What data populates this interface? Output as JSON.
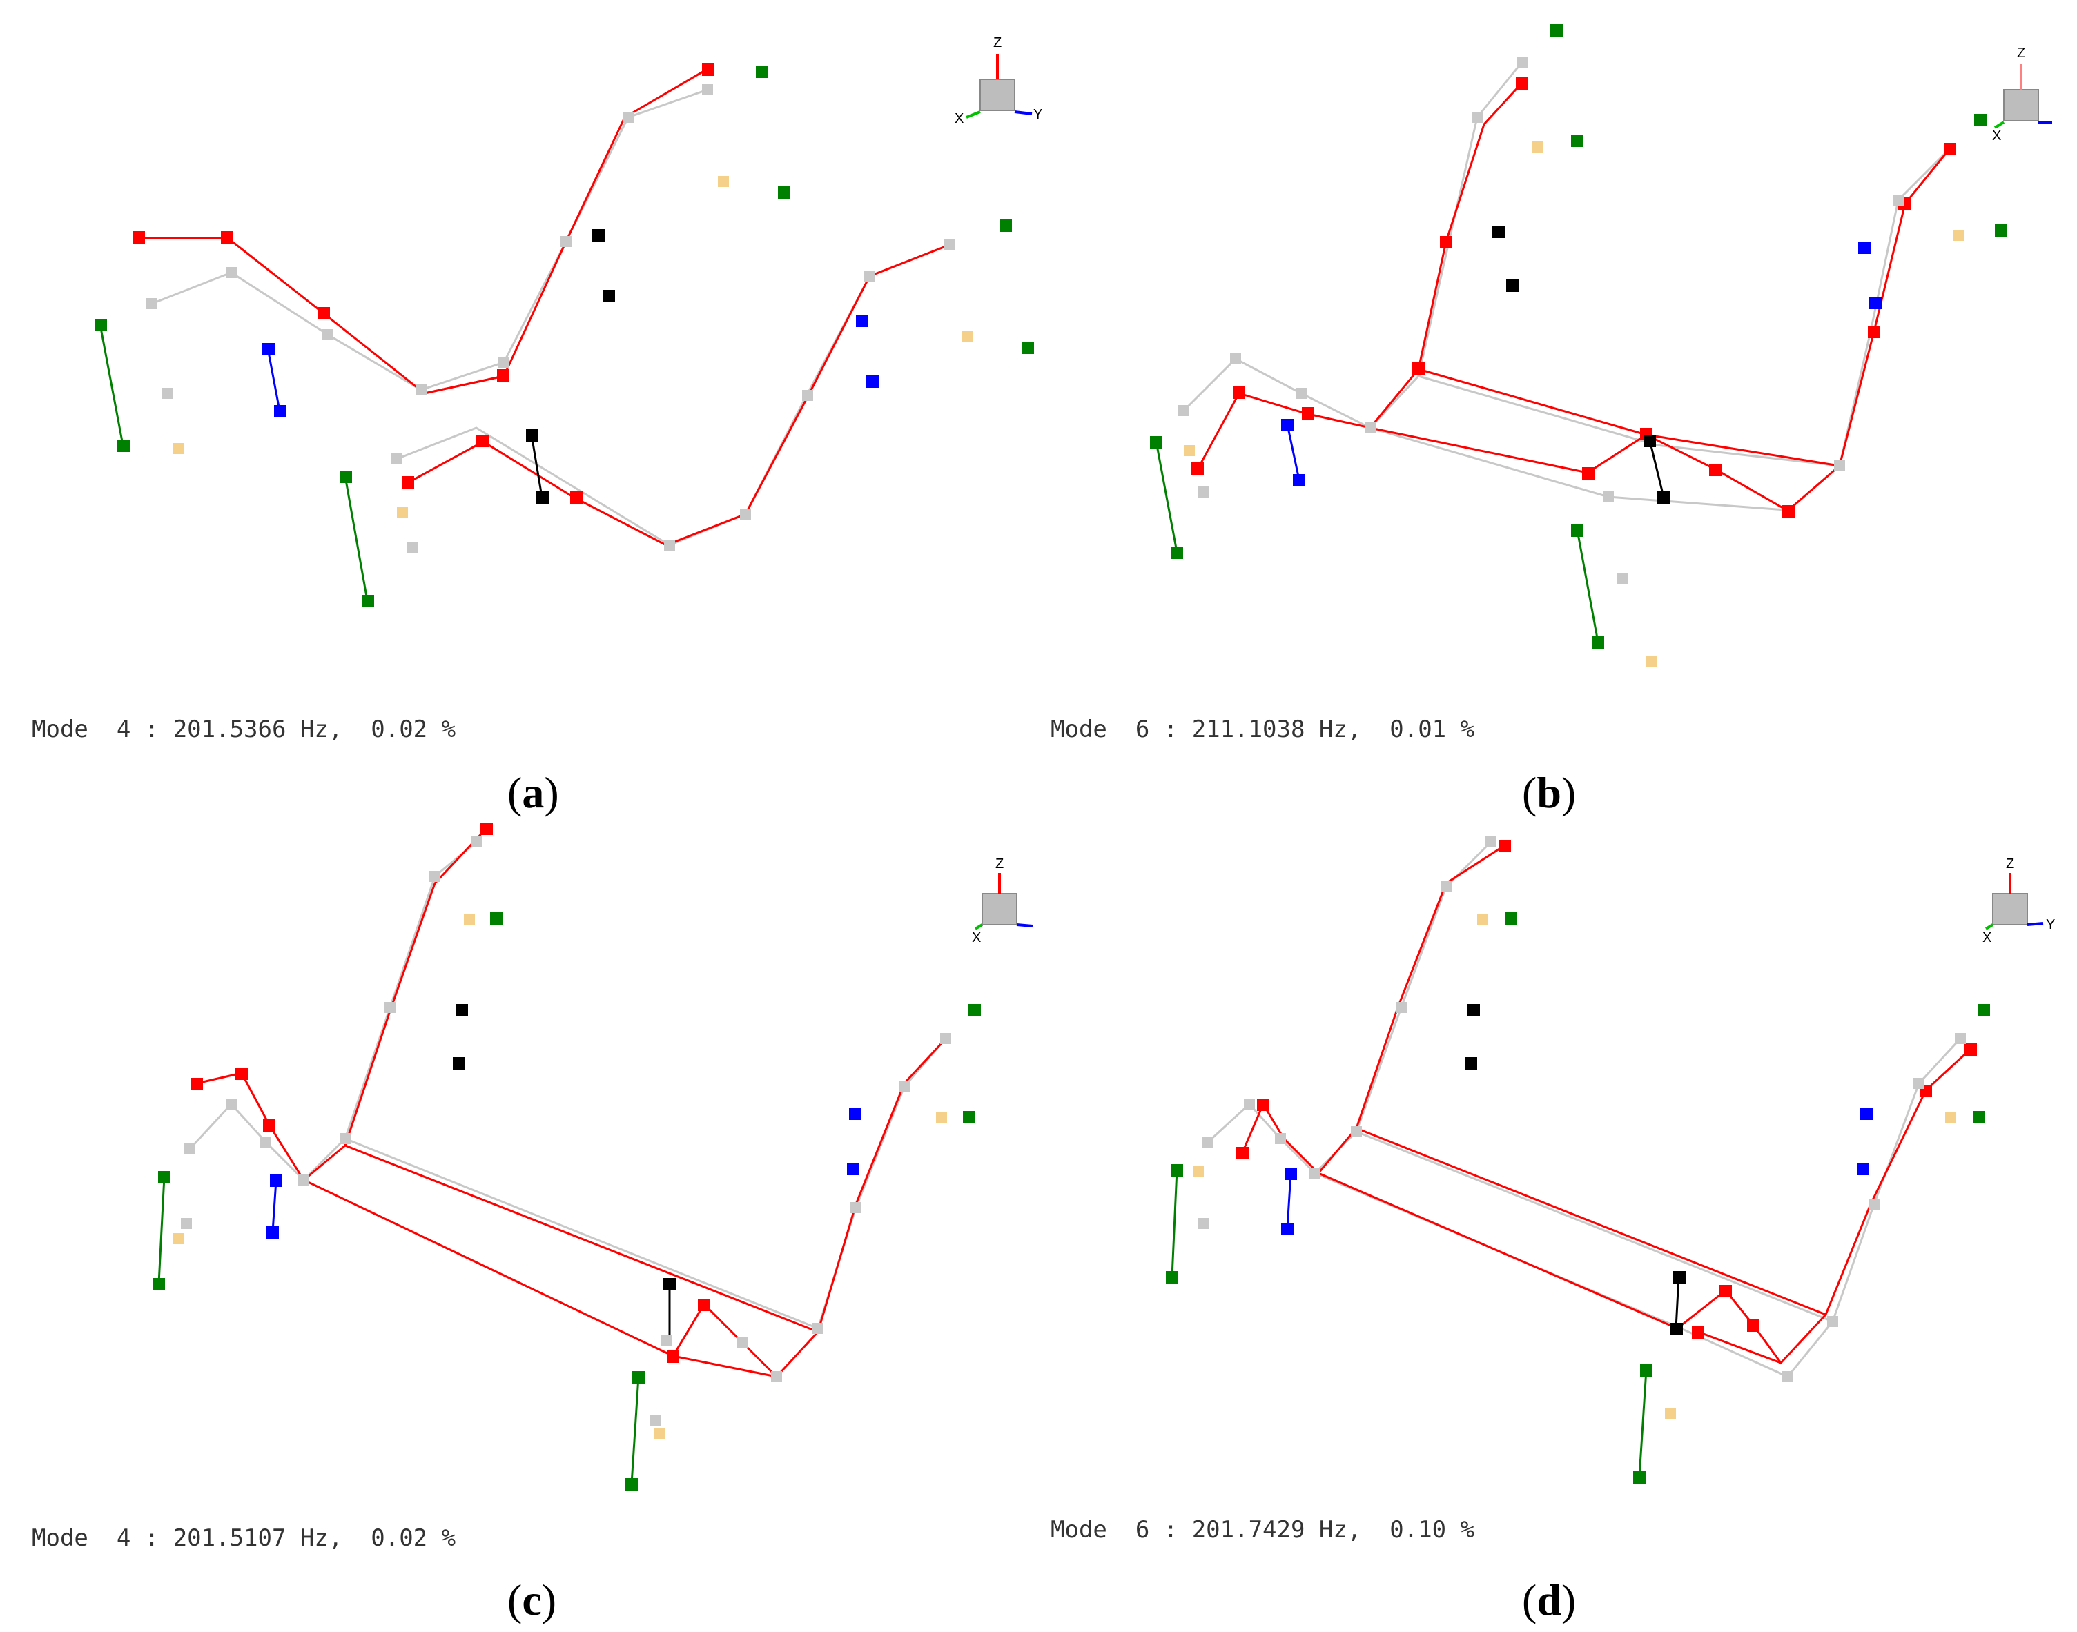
{
  "panels": [
    {
      "label": "a",
      "mode_caption": "Mode  4 : 201.5366 Hz,  0.02 %",
      "triad": {
        "z": "Z",
        "x": "X",
        "y": "Y"
      }
    },
    {
      "label": "b",
      "mode_caption": "Mode  6 : 211.1038 Hz,  0.01 %",
      "triad": {
        "z": "Z",
        "x": "X",
        "y": ""
      }
    },
    {
      "label": "c",
      "mode_caption": "Mode  4 : 201.5107 Hz,  0.02 %",
      "triad": {
        "z": "Z",
        "x": "X",
        "y": ""
      }
    },
    {
      "label": "d",
      "mode_caption": "Mode  6 : 201.7429 Hz,  0.10 %",
      "triad": {
        "z": "Z",
        "x": "X",
        "y": "Y"
      }
    }
  ],
  "colors": {
    "deformed": "#ff0000",
    "undeformed": "#c8c8c8",
    "support_green": "#008000",
    "support_blue": "#0000ff",
    "mass_black": "#000000",
    "sensor_tan": "#f5d08a",
    "triad_z": "#ff0000",
    "triad_y": "#0000ff",
    "triad_x": "#00c000"
  },
  "legend_icons": [
    "axis-triad-icon",
    "node-cube-icon"
  ]
}
